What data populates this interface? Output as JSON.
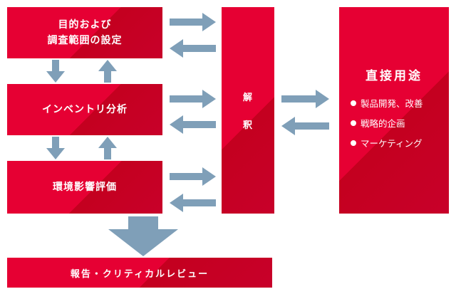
{
  "stages": {
    "goal_line1": "目的および",
    "goal_line2": "調査範囲の設定",
    "inventory": "インベントリ分析",
    "impact": "環境影響評価"
  },
  "interpretation": {
    "char1": "解",
    "char2": "釈"
  },
  "applications": {
    "title": "直接用途",
    "items": [
      "製品開発、改善",
      "戦略的企画",
      "マーケティング"
    ]
  },
  "report": "報告・クリティカルレビュー",
  "colors": {
    "box": "#e60033",
    "arrow": "#7f9fb8"
  }
}
